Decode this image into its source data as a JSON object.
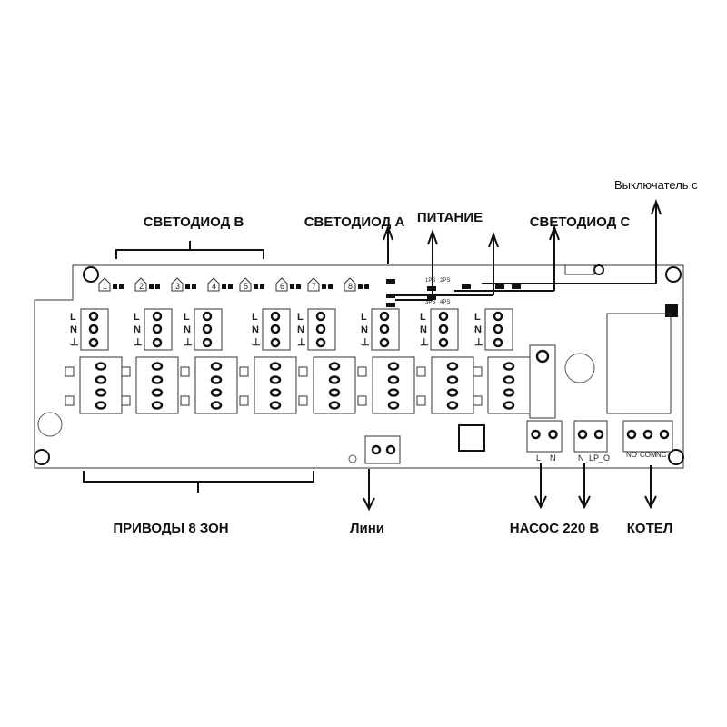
{
  "labels": {
    "led_b": "СВЕТОДИОД B",
    "led_a": "СВЕТОДИОД A",
    "power": "ПИТАНИЕ",
    "led_c": "СВЕТОДИОД C",
    "switch": "Выключатель с",
    "actuators": "ПРИВОДЫ 8 ЗОН",
    "lines": "Лини",
    "pump": "НАСОС 220 В",
    "boiler": "КОТЕЛ"
  },
  "zone_numbers": [
    "1",
    "2",
    "3",
    "4",
    "5",
    "6",
    "7",
    "8"
  ],
  "connector_pins": [
    "L",
    "N",
    "⊥"
  ],
  "pump_pins": [
    "L",
    "N"
  ],
  "lp_pins": [
    "N",
    "LP_O"
  ],
  "boiler_pins": [
    "NO",
    "COM",
    "NC"
  ],
  "chip_labels": [
    "1PS",
    "2PS",
    "3PS",
    "4PS"
  ]
}
